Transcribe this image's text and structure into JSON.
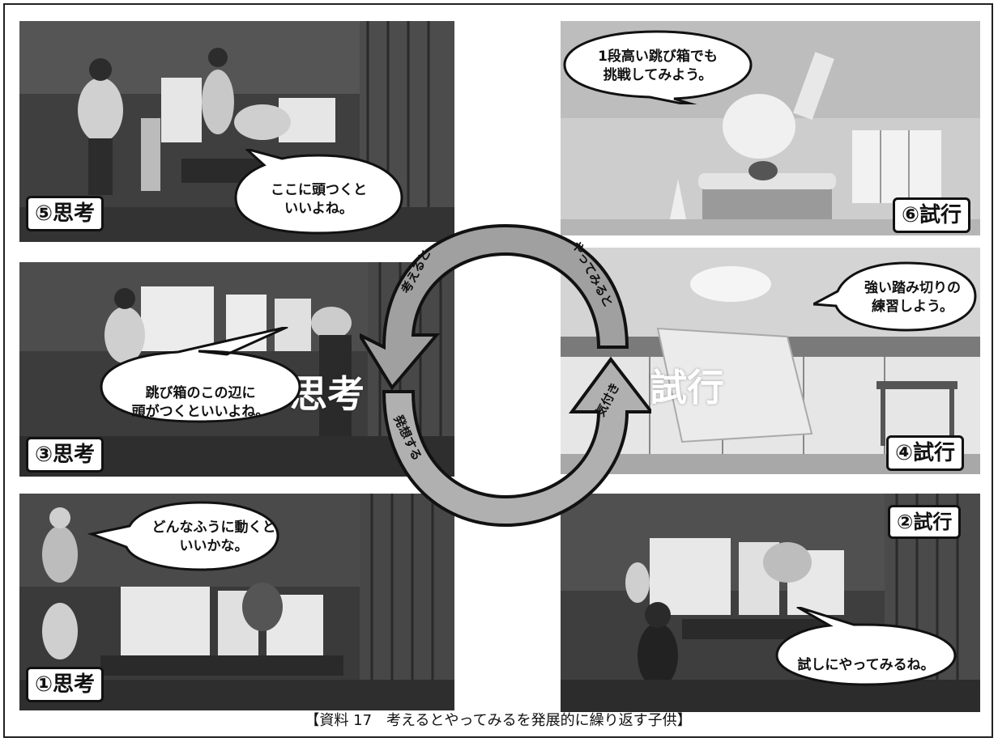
{
  "caption": "【資料 17　考えるとやってみるを発展的に繰り返す子供】",
  "panels": {
    "p5": {
      "label": "⑤思考",
      "bubble": [
        "ここに頭つくと",
        "いいよね。"
      ]
    },
    "p6": {
      "label": "⑥試行",
      "bubble": [
        "1段高い跳び箱でも",
        "挑戦してみよう。"
      ]
    },
    "p3": {
      "label": "③思考",
      "bubble": [
        "跳び箱のこの辺に",
        "頭がつくといいよね。"
      ],
      "big": "思考"
    },
    "p4": {
      "label": "④試行",
      "bubble": [
        "強い踏み切りの",
        "練習しよう。"
      ],
      "big": "試行"
    },
    "p1": {
      "label": "①思考",
      "bubble": [
        "どんなふうに動くと",
        "いいかな。"
      ]
    },
    "p2": {
      "label": "②試行",
      "bubble": [
        "試しにやってみるね。"
      ]
    }
  },
  "cycle": {
    "top_left": "考えると",
    "top_right": "やってみると",
    "bottom_left": "発想する",
    "bottom_right": "気付き"
  },
  "colors": {
    "arrow_fill": "#9a9a9a",
    "arrow_stroke": "#111111",
    "photo_dark": "#4a4a4a",
    "photo_light": "#d8d8d8"
  }
}
